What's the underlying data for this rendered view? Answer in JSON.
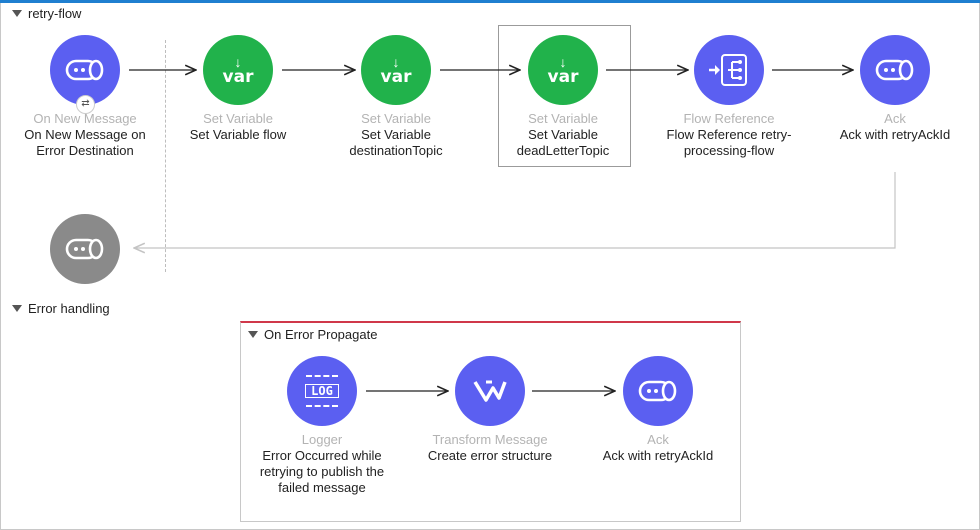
{
  "flow": {
    "title": "retry-flow",
    "nodes": [
      {
        "type": "On New Message",
        "name": "On New Message on Error Destination"
      },
      {
        "type": "Set Variable",
        "name": "Set Variable flow"
      },
      {
        "type": "Set Variable",
        "name": "Set Variable destinationTopic"
      },
      {
        "type": "Set Variable",
        "name": "Set Variable deadLetterTopic"
      },
      {
        "type": "Flow Reference",
        "name": "Flow Reference retry-processing-flow"
      },
      {
        "type": "Ack",
        "name": "Ack with retryAckId"
      }
    ]
  },
  "error_handling": {
    "title": "Error handling",
    "scope_title": "On Error Propagate",
    "nodes": [
      {
        "type": "Logger",
        "name": "Error Occurred while retrying to publish the failed message"
      },
      {
        "type": "Transform Message",
        "name": "Create error structure"
      },
      {
        "type": "Ack",
        "name": "Ack with retryAckId"
      }
    ]
  },
  "icons": {
    "var_text": "var",
    "log_text": "LOG"
  },
  "colors": {
    "connector": "#5b5ff1",
    "variable": "#21b24b",
    "source_response": "#8a8a8a",
    "error_scope_border": "#d0384a"
  }
}
